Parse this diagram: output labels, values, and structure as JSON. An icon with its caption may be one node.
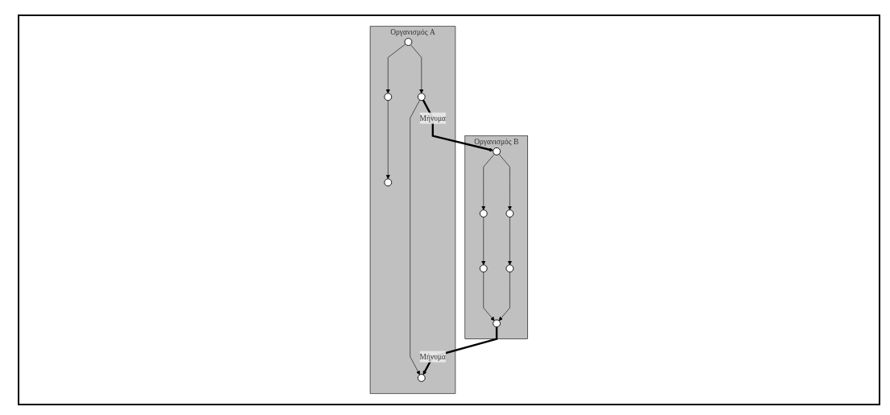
{
  "diagram": {
    "nodes": [
      {
        "text": [
          "Οργανισμός A"
        ]
      },
      {
        "text": [],
        "shape": "circle",
        "in": 0
      },
      {
        "text": [],
        "shape": "circle",
        "in": 0
      },
      {
        "text": [],
        "shape": "circle",
        "in": 0
      },
      {
        "text": [],
        "shape": "circle",
        "in": 0
      },
      {
        "text": [],
        "shape": "circle",
        "in": 0
      },
      {
        "text": [
          "Οργανισμός B"
        ]
      },
      {
        "text": [],
        "shape": "circle",
        "in": 6
      },
      {
        "text": [],
        "shape": "circle",
        "in": 6
      },
      {
        "text": [],
        "shape": "circle",
        "in": 6
      },
      {
        "text": [],
        "shape": "circle",
        "in": 6
      },
      {
        "text": [],
        "shape": "circle",
        "in": 6
      },
      {
        "text": [],
        "shape": "circle",
        "in": 6
      }
    ],
    "edges": [
      {
        "from": 1,
        "to": 2,
        "arrow": "to"
      },
      {
        "from": 1,
        "to": 3,
        "arrow": "to"
      },
      {
        "from": 2,
        "to": 4,
        "arrow": "to"
      },
      {
        "from": 3,
        "to": 5,
        "arrow": "to"
      },
      {
        "from": 7,
        "to": 8,
        "arrow": "to"
      },
      {
        "from": 7,
        "to": 9,
        "arrow": "to"
      },
      {
        "from": 8,
        "to": 10,
        "arrow": "to"
      },
      {
        "from": 9,
        "to": 11,
        "arrow": "to"
      },
      {
        "from": 10,
        "to": 12,
        "arrow": "to"
      },
      {
        "from": 11,
        "to": 12,
        "arrow": "to"
      },
      {
        "from": 3,
        "to": 7,
        "arrow": "to",
        "label": "Μήνυμα",
        "style": "thick"
      },
      {
        "from": 12,
        "to": 5,
        "arrow": "to",
        "label": "Μήνυμα",
        "style": "thick"
      }
    ]
  }
}
